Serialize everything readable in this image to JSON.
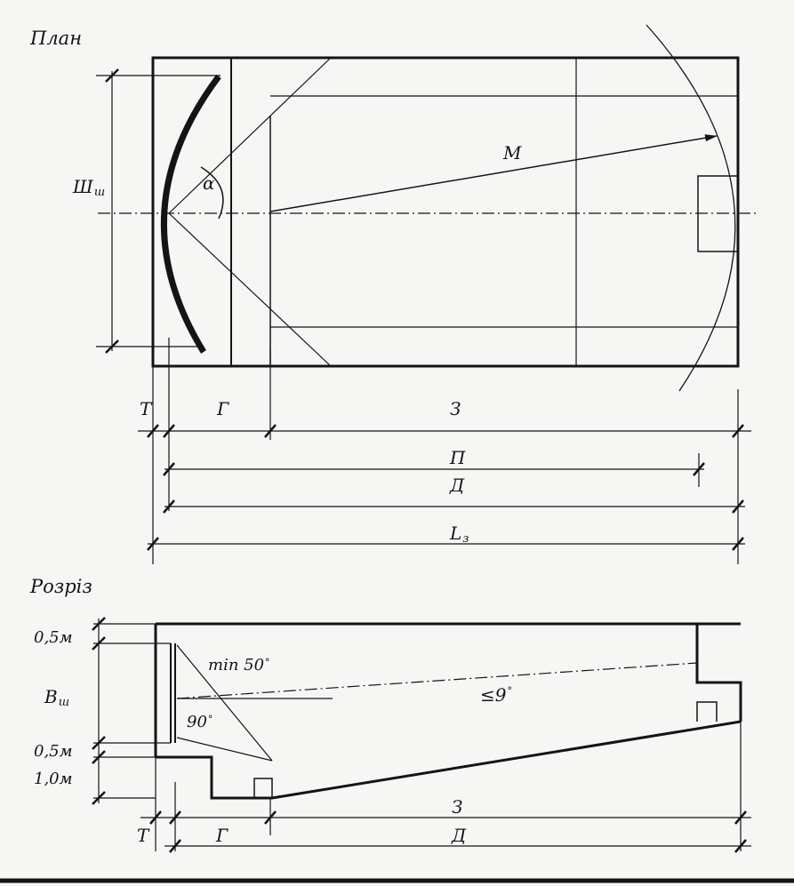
{
  "plan": {
    "title": "План",
    "labels": {
      "width_main": "Ш",
      "width_sub": "ш",
      "alpha": "α",
      "distance": "М",
      "t": "Т",
      "g": "Г",
      "z": "З",
      "p": "П",
      "d": "Д",
      "l_main": "L",
      "l_sub": "з"
    }
  },
  "section": {
    "title": "Розріз",
    "levels": {
      "top_offset": "0,5м",
      "screen_height_main": "В",
      "screen_height_sub": "ш",
      "bottom_offset": "0,5м",
      "stage_height": "1,0м"
    },
    "angles": {
      "min_label": "min 50",
      "right_angle": "90",
      "slope_prefix": "≤",
      "slope_value": "9",
      "degree": "°"
    },
    "bottom_labels": {
      "t": "Т",
      "g": "Г",
      "z": "З",
      "d": "Д"
    }
  }
}
